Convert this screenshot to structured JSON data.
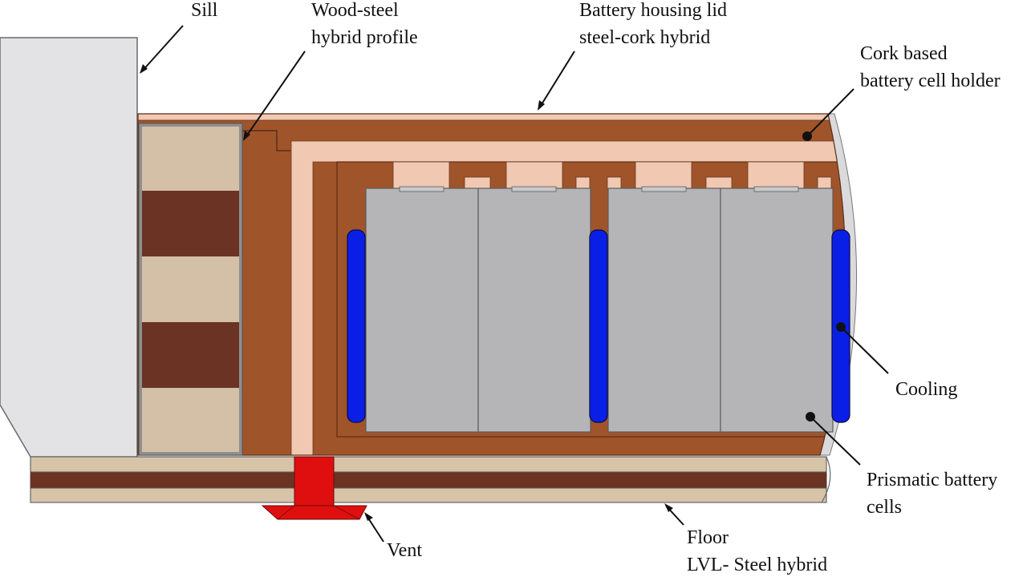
{
  "labels": {
    "sill": "Sill",
    "profile_line1": "Wood-steel",
    "profile_line2": "hybrid profile",
    "lid_line1": "Battery housing lid",
    "lid_line2": "steel-cork hybrid",
    "holder_line1": "Cork based",
    "holder_line2": "battery cell holder",
    "cooling": "Cooling",
    "cells_line1": "Prismatic battery",
    "cells_line2": "cells",
    "vent": "Vent",
    "floor_line1": "Floor",
    "floor_line2": "LVL- Steel hybrid"
  },
  "colors": {
    "wood_brown": "#A0542A",
    "cork_light": "#F1C8B2",
    "dark_wood": "#6B3324",
    "sill_beige": "#D3C0A6",
    "cell_gray": "#B5B5B7",
    "sill_panel": "#E3E3E5",
    "cooling_blue": "#0A1FE6",
    "vent_red": "#E00F0F",
    "floor_beige": "#D6C3A8"
  }
}
